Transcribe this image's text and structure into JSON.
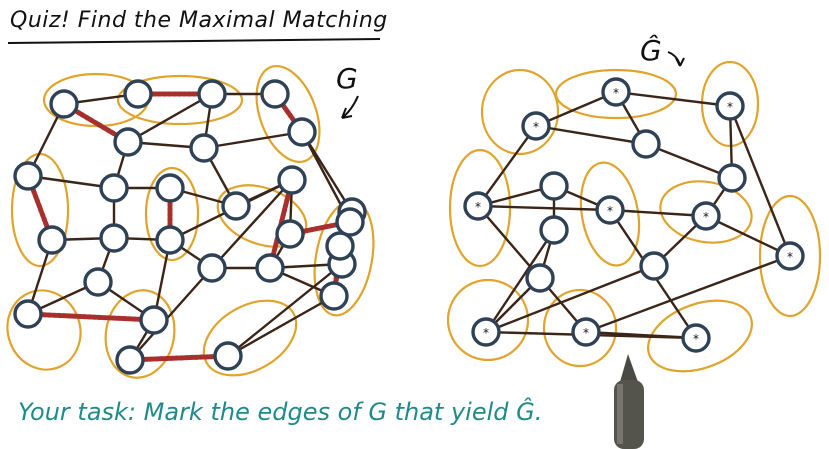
{
  "title": "Quiz! Find the Maximal Matching",
  "graph_g_label": "G",
  "graph_ghat_label": "Ĝ",
  "task_prefix": "Your task: Mark the edges of G that yield ",
  "task_hat_letter": "Ĝ",
  "task_suffix": ".",
  "supernode_marker": "*",
  "colors": {
    "edge": "#3b2418",
    "node_stroke": "#2e4155",
    "node_fill": "#ffffff",
    "matching": "#a8302c",
    "highlight": "#e0a32c",
    "task_text": "#1f8a8a"
  },
  "graph_g": {
    "nodes": [
      {
        "id": "a1"
      },
      {
        "id": "a2"
      },
      {
        "id": "a3"
      },
      {
        "id": "a4"
      },
      {
        "id": "a5"
      },
      {
        "id": "a6"
      },
      {
        "id": "a7"
      },
      {
        "id": "b1"
      },
      {
        "id": "b2"
      },
      {
        "id": "b3"
      },
      {
        "id": "b4"
      },
      {
        "id": "b5"
      },
      {
        "id": "b6"
      },
      {
        "id": "b7"
      },
      {
        "id": "b8"
      },
      {
        "id": "c1"
      },
      {
        "id": "c2"
      },
      {
        "id": "c3"
      },
      {
        "id": "c4"
      },
      {
        "id": "c5"
      },
      {
        "id": "c6"
      },
      {
        "id": "c7"
      },
      {
        "id": "c8"
      },
      {
        "id": "d1"
      },
      {
        "id": "d2"
      },
      {
        "id": "d3"
      },
      {
        "id": "d4"
      },
      {
        "id": "d5"
      }
    ],
    "edges": [
      [
        "a1",
        "a2"
      ],
      [
        "a2",
        "a3"
      ],
      [
        "a3",
        "a4"
      ],
      [
        "a1",
        "a5"
      ],
      [
        "a3",
        "a5"
      ],
      [
        "a4",
        "a7"
      ],
      [
        "a3",
        "a6"
      ],
      [
        "a5",
        "a6"
      ],
      [
        "a6",
        "a7"
      ],
      [
        "a5",
        "b2"
      ],
      [
        "a6",
        "b4"
      ],
      [
        "a7",
        "b8"
      ],
      [
        "a1",
        "b1"
      ],
      [
        "b1",
        "b2"
      ],
      [
        "b2",
        "b3"
      ],
      [
        "b3",
        "b4"
      ],
      [
        "b4",
        "b5"
      ],
      [
        "b5",
        "b6"
      ],
      [
        "b6",
        "b8"
      ],
      [
        "b1",
        "c1"
      ],
      [
        "b2",
        "c2"
      ],
      [
        "b3",
        "c3"
      ],
      [
        "b5",
        "c4"
      ],
      [
        "b6",
        "c5"
      ],
      [
        "c1",
        "c2"
      ],
      [
        "c2",
        "c3"
      ],
      [
        "c3",
        "c4"
      ],
      [
        "c4",
        "c5"
      ],
      [
        "c5",
        "c6"
      ],
      [
        "c6",
        "b8"
      ],
      [
        "b8",
        "c7"
      ],
      [
        "c7",
        "c8"
      ],
      [
        "c3",
        "b5"
      ],
      [
        "c5",
        "c8"
      ],
      [
        "c6",
        "d5"
      ],
      [
        "c4",
        "d4"
      ],
      [
        "c1",
        "d1"
      ],
      [
        "c2",
        "d2"
      ],
      [
        "d1",
        "d2"
      ],
      [
        "d2",
        "d3"
      ],
      [
        "d1",
        "d3"
      ],
      [
        "d3",
        "c3"
      ],
      [
        "d4",
        "d5"
      ],
      [
        "d3",
        "d4"
      ],
      [
        "d5",
        "c8"
      ],
      [
        "c8",
        "b7"
      ],
      [
        "b7",
        "a7"
      ]
    ],
    "matching": [
      [
        "a2",
        "a3"
      ],
      [
        "a1",
        "a5"
      ],
      [
        "a4",
        "a7"
      ],
      [
        "b1",
        "c1"
      ],
      [
        "b3",
        "c3"
      ],
      [
        "b5",
        "c5"
      ],
      [
        "c7",
        "c8"
      ],
      [
        "d1",
        "d3"
      ],
      [
        "d4",
        "d5"
      ],
      [
        "b6",
        "b8"
      ]
    ]
  },
  "graph_ghat": {
    "nodes": [
      {
        "id": "h1",
        "super": true
      },
      {
        "id": "h2",
        "super": true
      },
      {
        "id": "h3",
        "super": true
      },
      {
        "id": "h4",
        "super": false
      },
      {
        "id": "h5",
        "super": false
      },
      {
        "id": "h6",
        "super": true
      },
      {
        "id": "h7",
        "super": false
      },
      {
        "id": "h8",
        "super": true
      },
      {
        "id": "h9",
        "super": false
      },
      {
        "id": "h10",
        "super": true
      },
      {
        "id": "h11",
        "super": false
      },
      {
        "id": "h12",
        "super": true
      },
      {
        "id": "h13",
        "super": false
      },
      {
        "id": "h14",
        "super": true
      },
      {
        "id": "h15",
        "super": true
      },
      {
        "id": "h16",
        "super": true
      }
    ],
    "edges": [
      [
        "h1",
        "h2"
      ],
      [
        "h2",
        "h3"
      ],
      [
        "h1",
        "h4"
      ],
      [
        "h2",
        "h4"
      ],
      [
        "h4",
        "h5"
      ],
      [
        "h3",
        "h5"
      ],
      [
        "h1",
        "h6"
      ],
      [
        "h6",
        "h7"
      ],
      [
        "h7",
        "h8"
      ],
      [
        "h6",
        "h8"
      ],
      [
        "h7",
        "h9"
      ],
      [
        "h8",
        "h10"
      ],
      [
        "h5",
        "h10"
      ],
      [
        "h10",
        "h11"
      ],
      [
        "h10",
        "h12"
      ],
      [
        "h3",
        "h12"
      ],
      [
        "h12",
        "h15"
      ],
      [
        "h11",
        "h14"
      ],
      [
        "h9",
        "h14"
      ],
      [
        "h6",
        "h13"
      ],
      [
        "h13",
        "h14"
      ],
      [
        "h13",
        "h15"
      ],
      [
        "h15",
        "h16"
      ],
      [
        "h14",
        "h16"
      ],
      [
        "h8",
        "h16"
      ],
      [
        "h9",
        "h13"
      ]
    ]
  }
}
